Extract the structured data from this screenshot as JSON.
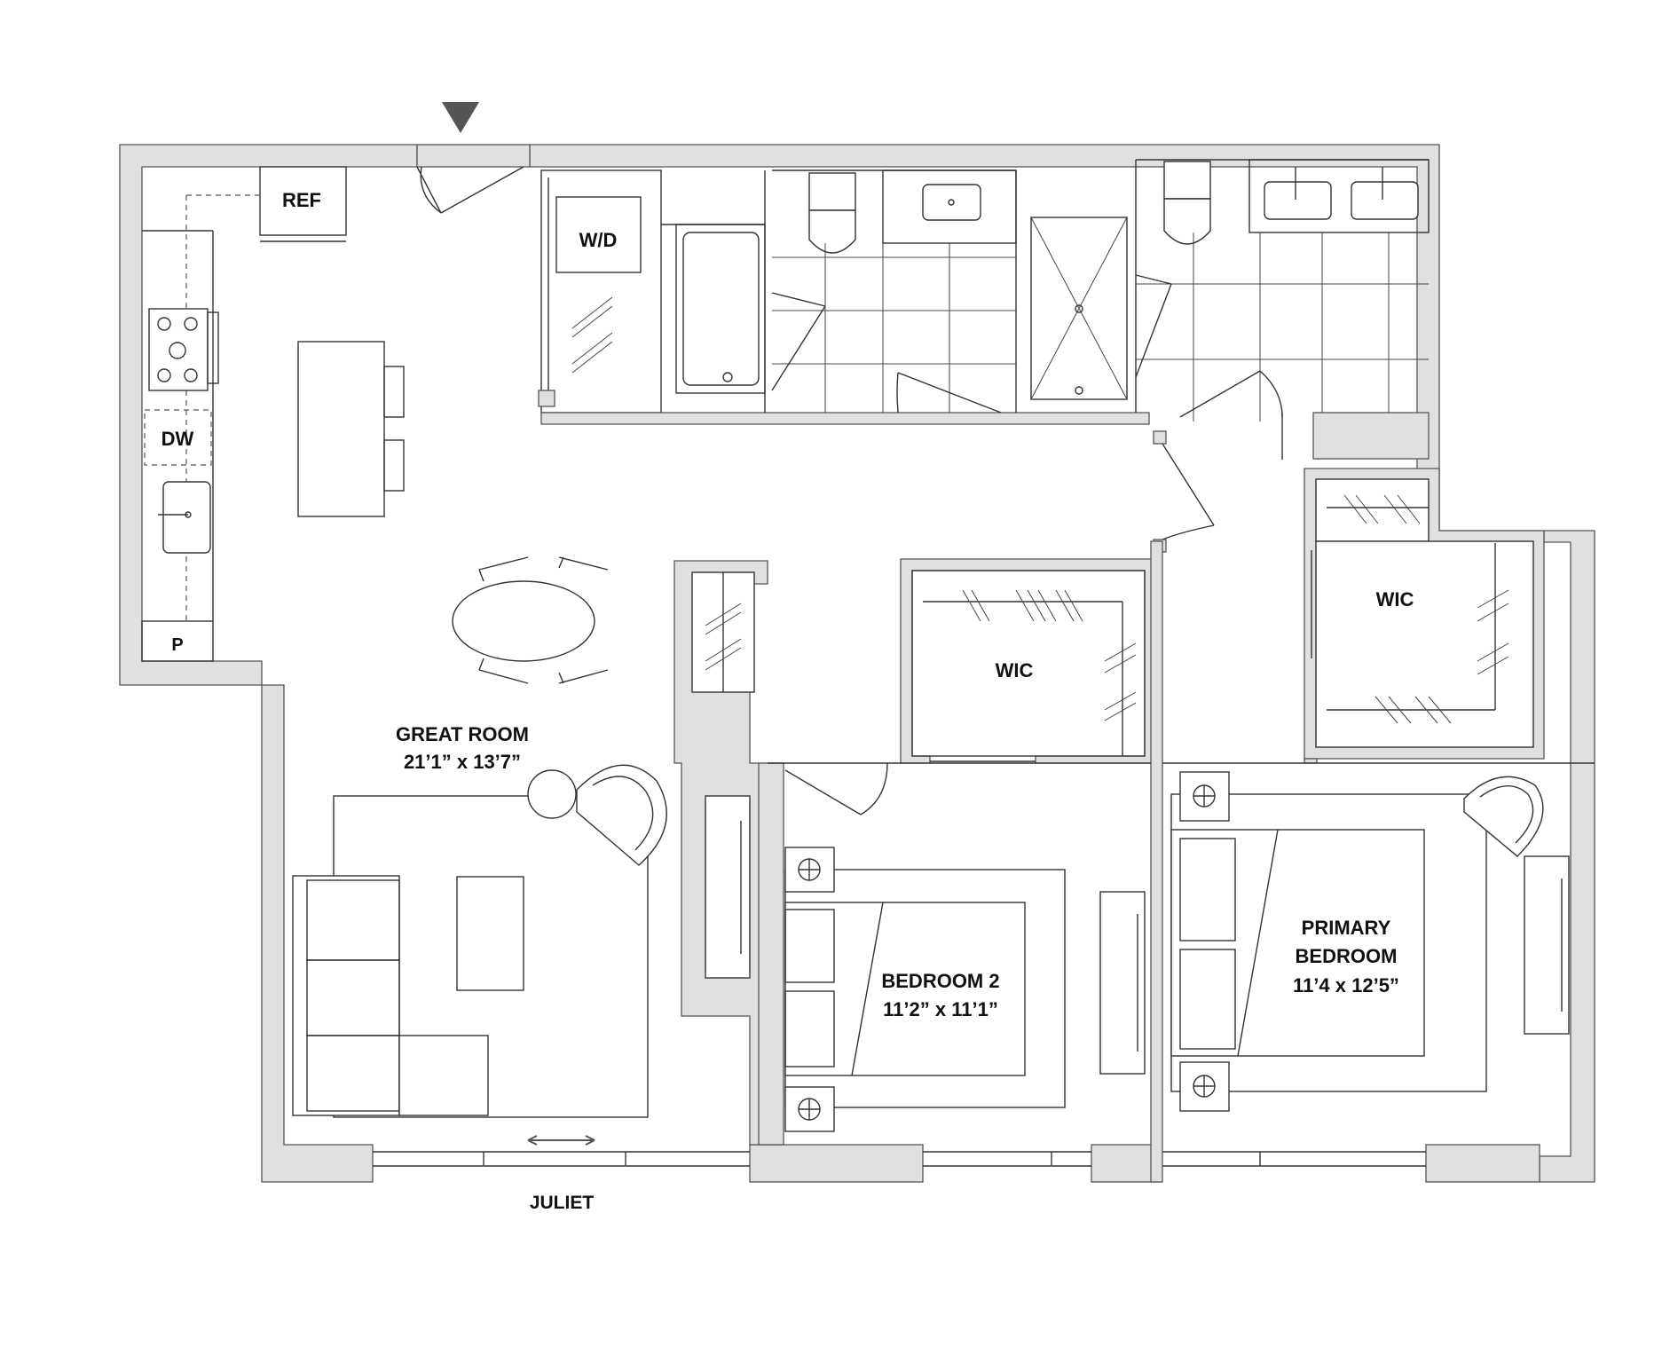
{
  "labels": {
    "ref": "REF",
    "wd": "W/D",
    "dw": "DW",
    "pantry": "P",
    "wic_1": "WIC",
    "wic_2": "WIC",
    "great_room_name": "GREAT ROOM",
    "great_room_dims": "21’1” x 13’7”",
    "bedroom2_name": "BEDROOM 2",
    "bedroom2_dims": "11’2” x 11’1”",
    "primary_name_1": "PRIMARY",
    "primary_name_2": "BEDROOM",
    "primary_dims": "11’4 x 12’5”",
    "juliet": "JULIET"
  },
  "colors": {
    "wall_fill": "#e0e0e0",
    "line": "#333333",
    "entry_marker": "#555555"
  }
}
